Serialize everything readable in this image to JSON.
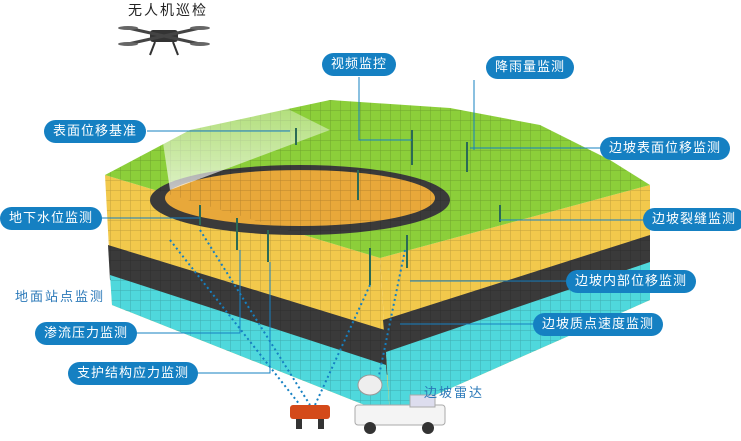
{
  "drone_label": "无人机巡检",
  "labels": {
    "video": "视频监控",
    "rainfall": "降雨量监测",
    "surface_ref": "表面位移基准",
    "slope_surface": "边坡表面位移监测",
    "groundwater": "地下水位监测",
    "crack": "边坡裂缝监测",
    "ground_station": "地面站点监测",
    "internal": "边坡内部位移监测",
    "seepage": "渗流压力监测",
    "velocity": "边坡质点速度监测",
    "support": "支护结构应力监测",
    "radar": "边坡雷达"
  },
  "colors": {
    "pill": "#1580c2",
    "top_soil": "#f2c94c",
    "rock": "#3a3a3a",
    "bedrock": "#4fd8dc",
    "grass": "#8ccf3a"
  }
}
